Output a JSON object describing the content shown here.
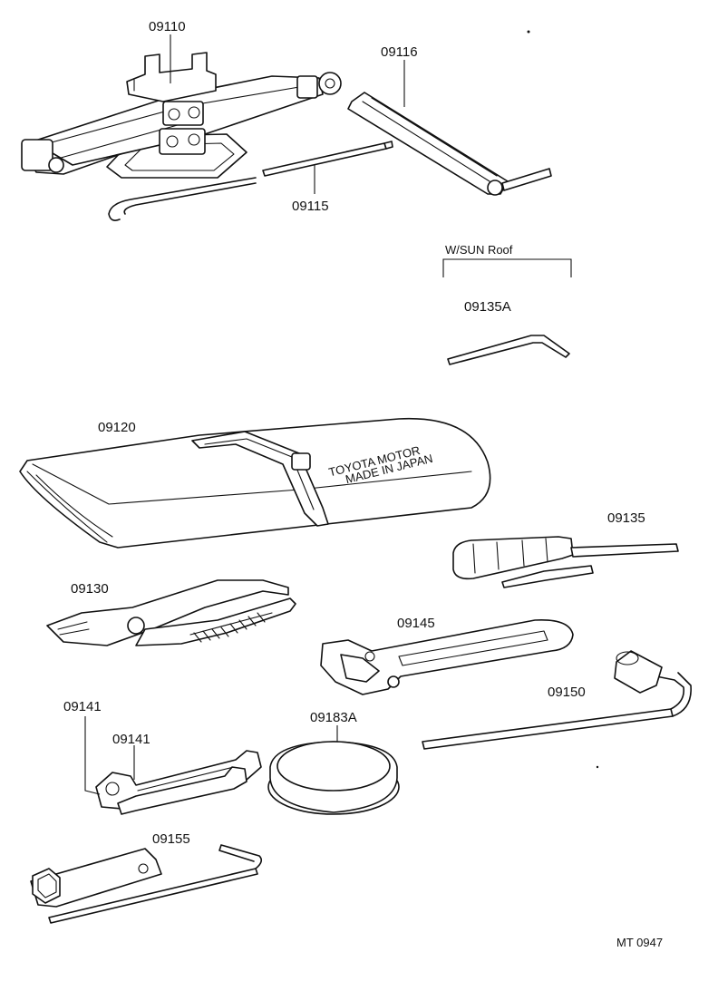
{
  "diagram_code": "MT 0947",
  "parts": {
    "jack": "09110",
    "jack_handle_bar": "09116",
    "jack_handle_extension": "09115",
    "option_group": "W/SUN Roof",
    "sunroof_wrench": "09135A",
    "tool_bag": "09120",
    "screwdriver": "09135",
    "pliers": "09130",
    "adjustable_wrench": "09145",
    "wheel_nut_wrench": "09150",
    "spanner_outer": "09141",
    "spanner_inner": "09141",
    "ornament_cap": "09183A",
    "plug_wrench": "09155"
  },
  "bag_print": {
    "line1": "TOYOTA MOTOR",
    "line2": "MADE IN JAPAN"
  }
}
